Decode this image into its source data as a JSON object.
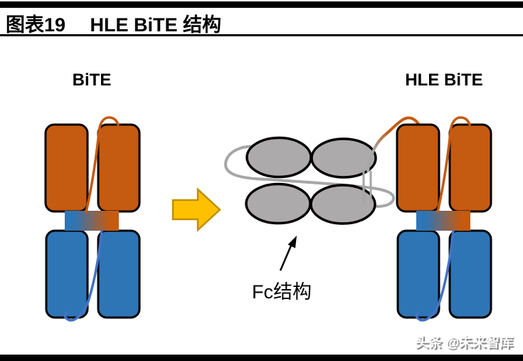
{
  "page": {
    "title": "图表19　 HLE BiTE 结构",
    "source_watermark": "头条 @未来智库"
  },
  "diagram": {
    "left_structure_label": "BiTE",
    "right_structure_label": "HLE BiTE",
    "fc_annotation_label": "Fc结构"
  },
  "colors": {
    "orange_domain": "#C55A11",
    "blue_domain": "#2E75B6",
    "blue_linker_line": "#4472C4",
    "orange_linker_line": "#C55A11",
    "gray_fc_domain_fill": "#ADAAAA",
    "gray_linker_line": "#A6A6A6",
    "domain_outline": "#000000",
    "transform_arrow_fill": "#FFC000",
    "transform_arrow_border": "#BF9000",
    "header_footer_bars": "#000000"
  }
}
